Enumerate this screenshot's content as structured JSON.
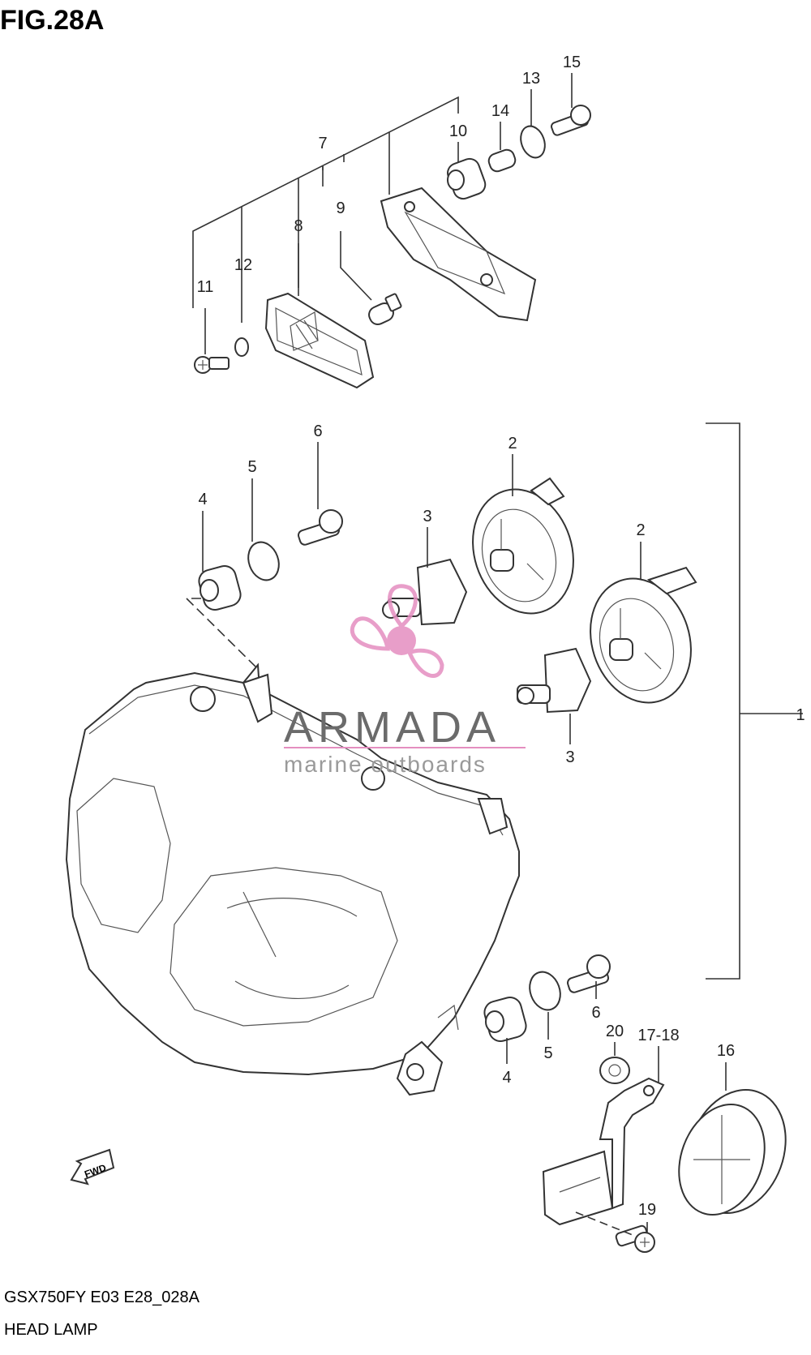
{
  "figure": {
    "title": "FIG.28A",
    "code": "GSX750FY E03 E28_028A",
    "name": "HEAD LAMP"
  },
  "callouts": [
    "1",
    "2",
    "2",
    "3",
    "3",
    "4",
    "4",
    "5",
    "5",
    "6",
    "6",
    "7",
    "8",
    "9",
    "10",
    "11",
    "12",
    "13",
    "14",
    "15",
    "16",
    "17-18",
    "19",
    "20"
  ],
  "fwd_label": "FWD",
  "watermark": {
    "brand": "ARMADA",
    "tagline": "marine outboards",
    "colors": {
      "logo": "#e48ec0",
      "text": "#6b6b6b"
    }
  }
}
